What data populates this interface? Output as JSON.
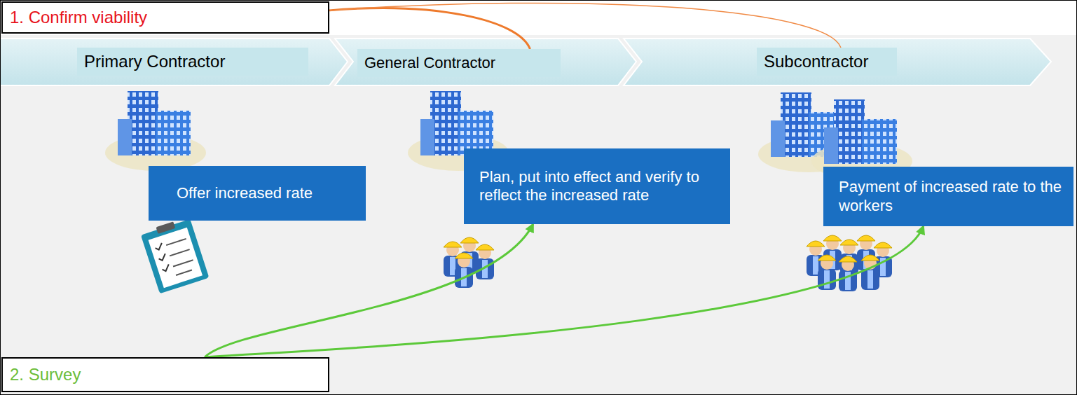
{
  "diagram": {
    "nodes": [
      {
        "text": [
          "1. Confirm viability"
        ]
      },
      {
        "text": [
          "Primary Contractor"
        ]
      },
      {
        "text": [
          "General Contractor"
        ]
      },
      {
        "text": [
          "Subcontractor"
        ]
      },
      {
        "text": [
          "Offer increased rate"
        ]
      },
      {
        "text": [
          "Plan, put into effect and verify to reflect the increased rate"
        ]
      },
      {
        "text": [
          "Payment of increased rate to the workers"
        ]
      },
      {
        "text": [
          "2. Survey"
        ]
      }
    ],
    "edges": [
      {
        "from": 0,
        "to": 2,
        "arrow": "none"
      },
      {
        "from": 0,
        "to": 3,
        "arrow": "none"
      },
      {
        "from": 7,
        "to": 5,
        "arrow": "to"
      },
      {
        "from": 7,
        "to": 6,
        "arrow": "to"
      }
    ]
  }
}
